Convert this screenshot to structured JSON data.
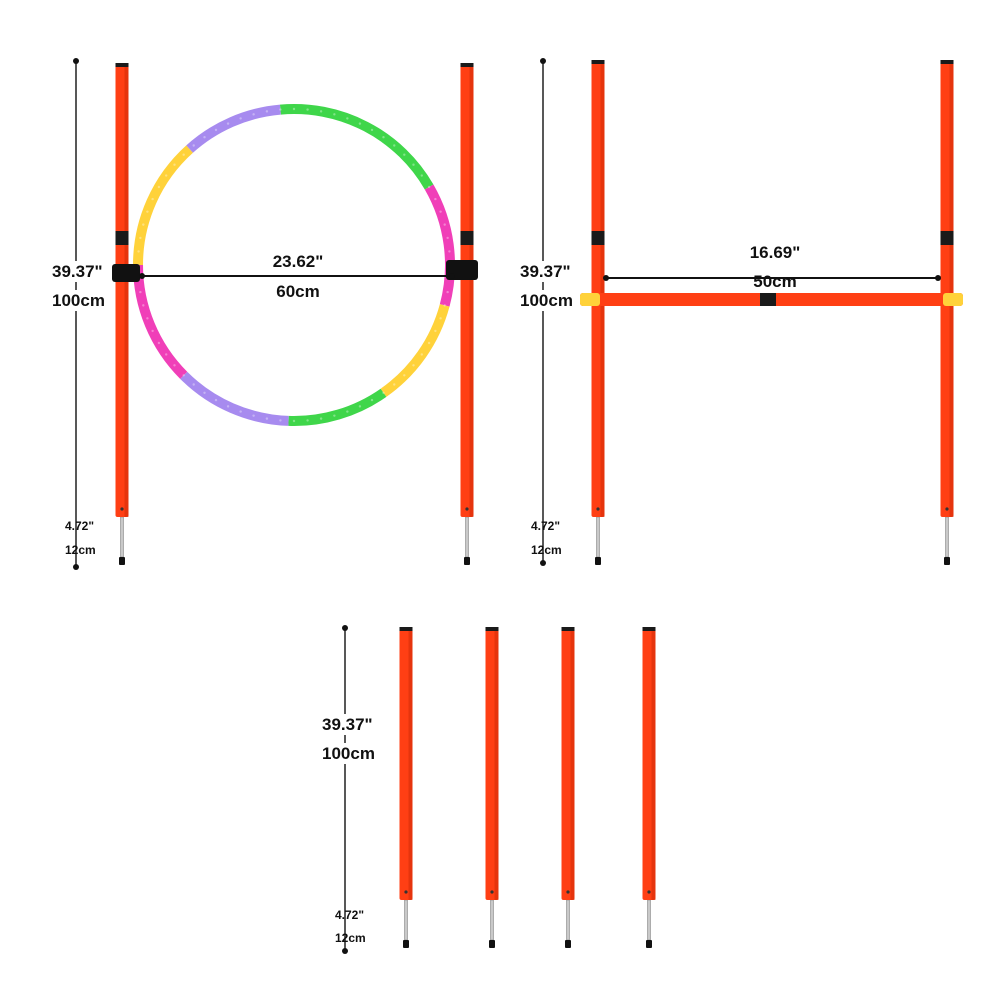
{
  "colors": {
    "pole": "#ff3f14",
    "pole_shade": "#d62d08",
    "cap": "#1a1a1a",
    "spike": "#c9c9c9",
    "dim_line": "#111111",
    "hoop_green": "#3fd64a",
    "hoop_purple": "#a78bef",
    "hoop_pink": "#f03fb8",
    "hoop_yellow": "#ffd23a",
    "clip": "#111111",
    "bar_end": "#ffd23a"
  },
  "hoop_jump": {
    "height_in": "39.37\"",
    "height_cm": "100cm",
    "spike_in": "4.72\"",
    "spike_cm": "12cm",
    "width_in": "23.62\"",
    "width_cm": "60cm"
  },
  "bar_jump": {
    "height_in": "39.37\"",
    "height_cm": "100cm",
    "spike_in": "4.72\"",
    "spike_cm": "12cm",
    "width_in": "16.69\"",
    "width_cm": "50cm"
  },
  "weave_poles": {
    "count": 4,
    "height_in": "39.37\"",
    "height_cm": "100cm",
    "spike_in": "4.72\"",
    "spike_cm": "12cm"
  }
}
